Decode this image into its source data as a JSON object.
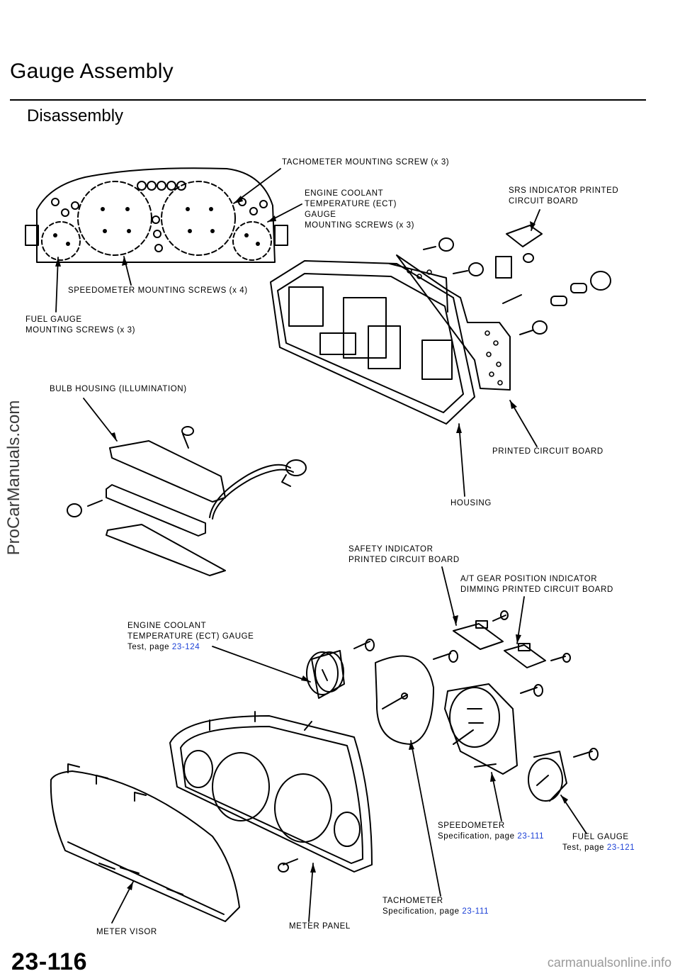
{
  "page": {
    "title": "Gauge Assembly",
    "subtitle": "Disassembly",
    "page_number": "23-116"
  },
  "watermarks": {
    "left": "ProCarManuals.com",
    "bottom": "carmanualsonline.info"
  },
  "labels": {
    "tach_screw": "TACHOMETER  MOUNTING  SCREW  (x  3)",
    "ect_gauge_screws": [
      "ENGINE  COOLANT",
      "TEMPERATURE (ECT)",
      "GAUGE",
      "MOUNTING  SCREWS  (x  3)"
    ],
    "srs_board": [
      "SRS  INDICATOR  PRINTED",
      "CIRCUIT  BOARD"
    ],
    "speedo_screws": "SPEEDOMETER MOUNTING SCREWS (x 4)",
    "fuel_gauge_screws": [
      "FUEL  GAUGE",
      "MOUNTING  SCREWS  (x  3)"
    ],
    "bulb_housing": "BULB  HOUSING  (ILLUMINATION)",
    "printed_circuit_board": "PRINTED  CIRCUIT  BOARD",
    "housing": "HOUSING",
    "safety_board": [
      "SAFETY  INDICATOR",
      "PRINTED  CIRCUIT  BOARD"
    ],
    "at_gear_board": [
      "A/T  GEAR  POSITION  INDICATOR",
      "DIMMING  PRINTED  CIRCUIT  BOARD"
    ],
    "ect_gauge": {
      "line1": "ENGINE  COOLANT",
      "line2": "TEMPERATURE  (ECT)  GAUGE",
      "prefix": "Test, page ",
      "ref": "23-124"
    },
    "speedometer": {
      "line1": "SPEEDOMETER",
      "prefix": "Specification,  page ",
      "ref": "23-111"
    },
    "fuel_gauge": {
      "line1": "FUEL  GAUGE",
      "prefix": "Test,  page ",
      "ref": "23-121"
    },
    "tachometer": {
      "line1": "TACHOMETER",
      "prefix": "Specification, page ",
      "ref": "23-111"
    },
    "meter_panel": "METER  PANEL",
    "meter_visor": "METER  VISOR"
  },
  "colors": {
    "link": "#1a3fd6",
    "ink": "#000000"
  }
}
